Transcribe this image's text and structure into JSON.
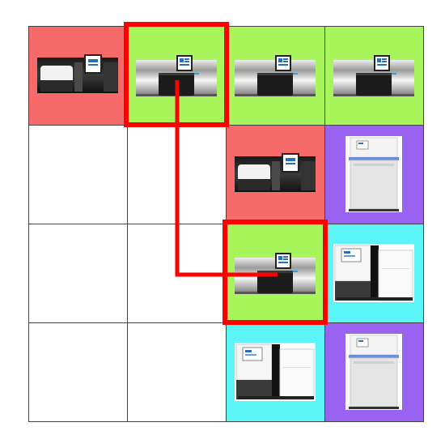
{
  "board": {
    "rows": 4,
    "cols": 4,
    "colors": {
      "red": "#f76a6a",
      "green": "#a8f55c",
      "purple": "#9a62f0",
      "cyan": "#5cf5f7",
      "empty": "#ffffff",
      "selection": "#ff0000",
      "grid_line": "#444444"
    },
    "cells": [
      [
        {
          "tile": "instrument-a-icon",
          "bg": "red"
        },
        {
          "tile": "instrument-b-icon",
          "bg": "green",
          "selected": true
        },
        {
          "tile": "instrument-b-icon",
          "bg": "green"
        },
        {
          "tile": "instrument-b-icon",
          "bg": "green"
        }
      ],
      [
        {
          "tile": null,
          "bg": "empty"
        },
        {
          "tile": null,
          "bg": "empty"
        },
        {
          "tile": "instrument-a-icon",
          "bg": "red"
        },
        {
          "tile": "instrument-c-icon",
          "bg": "purple"
        }
      ],
      [
        {
          "tile": null,
          "bg": "empty"
        },
        {
          "tile": null,
          "bg": "empty"
        },
        {
          "tile": "instrument-b-icon",
          "bg": "green",
          "selected": true
        },
        {
          "tile": "instrument-d-icon",
          "bg": "cyan"
        }
      ],
      [
        {
          "tile": null,
          "bg": "empty"
        },
        {
          "tile": null,
          "bg": "empty"
        },
        {
          "tile": "instrument-d-icon",
          "bg": "cyan"
        },
        {
          "tile": "instrument-c-icon",
          "bg": "purple"
        }
      ]
    ],
    "selected_cells": [
      [
        0,
        1
      ],
      [
        2,
        2
      ]
    ],
    "connection_path": {
      "from": [
        0,
        1
      ],
      "to": [
        2,
        2
      ],
      "color": "#ff0000"
    }
  }
}
